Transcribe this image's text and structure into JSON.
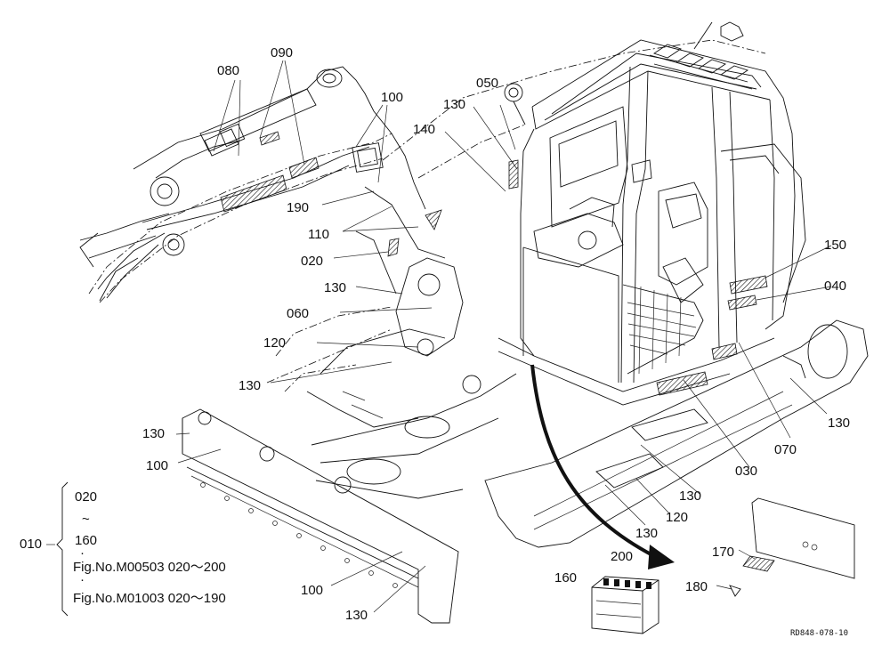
{
  "diagram": {
    "reference_code": "RD848-078-10",
    "callouts": [
      "080",
      "090",
      "100",
      "050",
      "130",
      "140",
      "190",
      "110",
      "020",
      "130",
      "060",
      "120",
      "130",
      "130",
      "100",
      "150",
      "040",
      "070",
      "130",
      "030",
      "130",
      "120",
      "130",
      "200",
      "170",
      "160",
      "180",
      "100",
      "130"
    ],
    "legend": {
      "main_number": "010",
      "range_start": "020",
      "tilde": "~",
      "range_end": "160",
      "dot": "·",
      "line1": "Fig.No.M00503  020～200",
      "line2": "Fig.No.M01003  020～190"
    }
  }
}
